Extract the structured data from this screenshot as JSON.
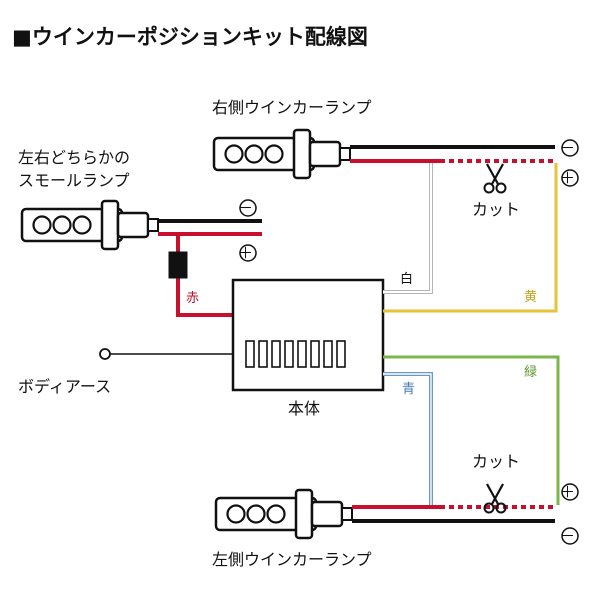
{
  "title": "■ウインカーポジションキット配線図",
  "lamps": {
    "right_turn": "右側ウインカーランプ",
    "small_lamp_line1": "左右どちらかの",
    "small_lamp_line2": "スモールランプ",
    "left_turn": "左側ウインカーランプ"
  },
  "labels": {
    "body_ground": "ボディアース",
    "main_unit": "本体",
    "cut_top": "カット",
    "cut_bottom": "カット"
  },
  "wires": {
    "red": "赤",
    "white": "白",
    "yellow": "黄",
    "green": "緑",
    "blue": "青"
  },
  "terminals": {
    "minus": "－",
    "plus": "＋"
  },
  "colors": {
    "red": "#c8102e",
    "black": "#111111",
    "white_wire": "#b5b5b5",
    "yellow": "#e2c53a",
    "green": "#7ab648",
    "blue": "#6a98c8",
    "yellow_text": "#c9a21a",
    "green_text": "#5c9a2c",
    "blue_text": "#4a7cb0"
  },
  "icons": [
    "scissors-icon",
    "bulb-socket-icon",
    "ground-terminal-icon",
    "fuse-icon"
  ]
}
